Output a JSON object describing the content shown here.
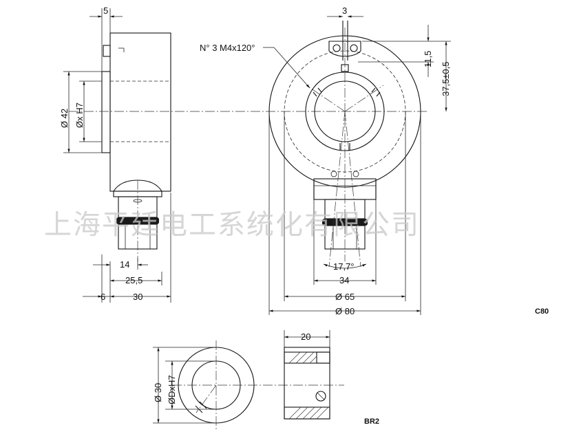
{
  "watermark": "上海平廷电工系统化有限公司",
  "models": {
    "main": "C80",
    "sleeve": "BR2"
  },
  "dimensions": {
    "top_5": "5",
    "top_3": "3",
    "thread_note": "N° 3 M4x120°",
    "d42": "Ø 42",
    "dx_h7": "Øx H7",
    "h11_5": "11,5",
    "h37_5": "37,5±0,5",
    "w14": "14",
    "w25_5": "25,5",
    "w6": "6",
    "w30": "30",
    "angle": "17,7°",
    "w34": "34",
    "d65": "Ø 65",
    "d80": "Ø 80",
    "sleeve_w20": "20",
    "sleeve_d30": "Ø 30",
    "sleeve_dxh7": "ØDxH7"
  }
}
